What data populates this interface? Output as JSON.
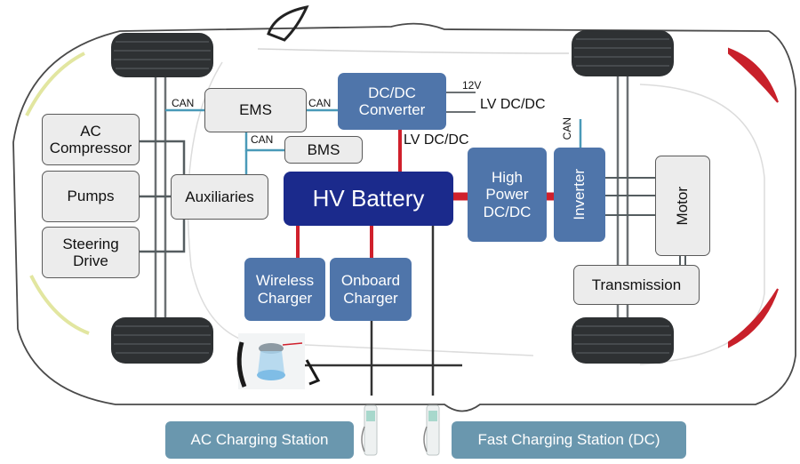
{
  "diagram": {
    "title": "Electric Vehicle Power Architecture",
    "colors": {
      "hv_line": "#d0202c",
      "can_line": "#4a9ab8",
      "mech_line": "#555d60",
      "grey_box": "#ececec",
      "blue_box": "#4f75aa",
      "battery": "#1b2a8c",
      "station": "#6a97ae"
    },
    "nodes": {
      "ems": "EMS",
      "bms": "BMS",
      "dcdc_converter": "DC/DC Converter",
      "dcdc_line1": "DC/DC",
      "dcdc_line2": "Converter",
      "hv_battery": "HV Battery",
      "ac_compressor_line1": "AC",
      "ac_compressor_line2": "Compressor",
      "pumps": "Pumps",
      "steering_line1": "Steering",
      "steering_line2": "Drive",
      "auxiliaries": "Auxiliaries",
      "high_power_line1": "High",
      "high_power_line2": "Power",
      "high_power_line3": "DC/DC",
      "inverter": "Inverter",
      "motor": "Motor",
      "transmission": "Transmission",
      "wireless_line1": "Wireless",
      "wireless_line2": "Charger",
      "onboard_line1": "Onboard",
      "onboard_line2": "Charger",
      "ac_station": "AC Charging Station",
      "dc_station": "Fast Charging Station (DC)"
    },
    "labels": {
      "can_left": "CAN",
      "can_right": "CAN",
      "can_bms": "CAN",
      "can_inverter": "CAN",
      "v12": "12V",
      "lv_dcdc_right": "LV DC/DC",
      "lv_dcdc_below": "LV DC/DC"
    }
  }
}
